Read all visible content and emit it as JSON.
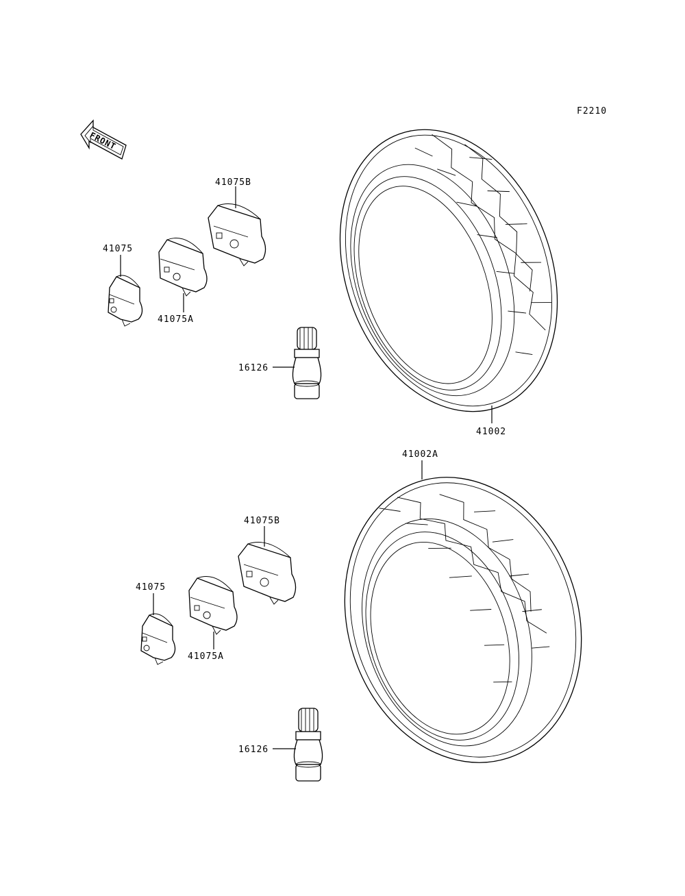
{
  "figure_code": "F2210",
  "front_label": "FRONT",
  "upper": {
    "weight_small": "41075",
    "weight_medium": "41075A",
    "weight_large": "41075B",
    "valve": "16126",
    "tire": "41002"
  },
  "lower": {
    "weight_small": "41075",
    "weight_medium": "41075A",
    "weight_large": "41075B",
    "valve": "16126",
    "tire": "41002A"
  }
}
